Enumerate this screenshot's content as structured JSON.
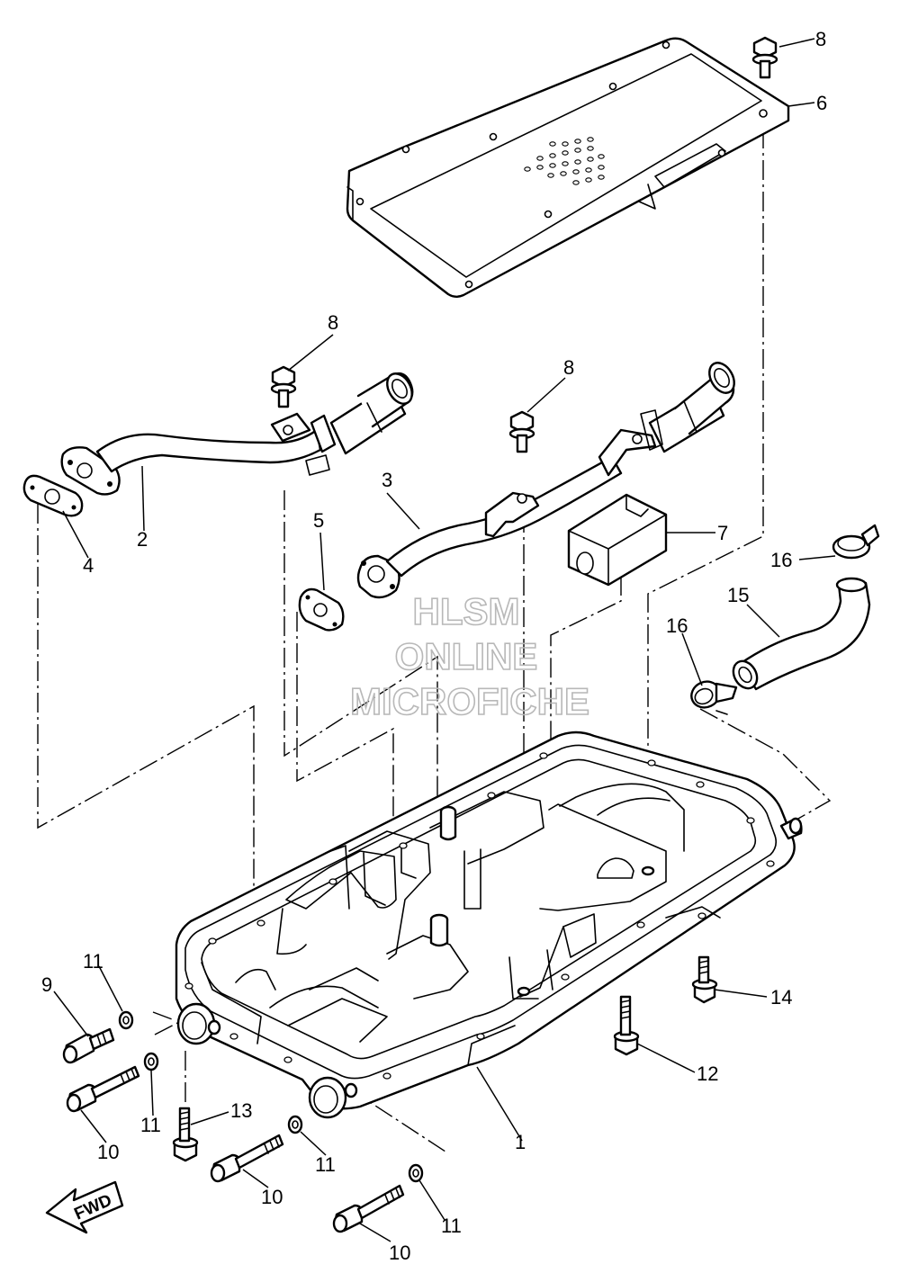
{
  "callouts": {
    "c1": "1",
    "c2": "2",
    "c3": "3",
    "c4": "4",
    "c5": "5",
    "c6": "6",
    "c7": "7",
    "c8a": "8",
    "c8b": "8",
    "c8c": "8",
    "c9": "9",
    "c10a": "10",
    "c10b": "10",
    "c10c": "10",
    "c11a": "11",
    "c11b": "11",
    "c11c": "11",
    "c11d": "11",
    "c12": "12",
    "c13": "13",
    "c14": "14",
    "c15": "15",
    "c16a": "16",
    "c16b": "16"
  },
  "watermark": {
    "line1": "HLSM",
    "line2": "ONLINE",
    "line3": "MICROFICHE"
  },
  "fwd_label": "FWD"
}
